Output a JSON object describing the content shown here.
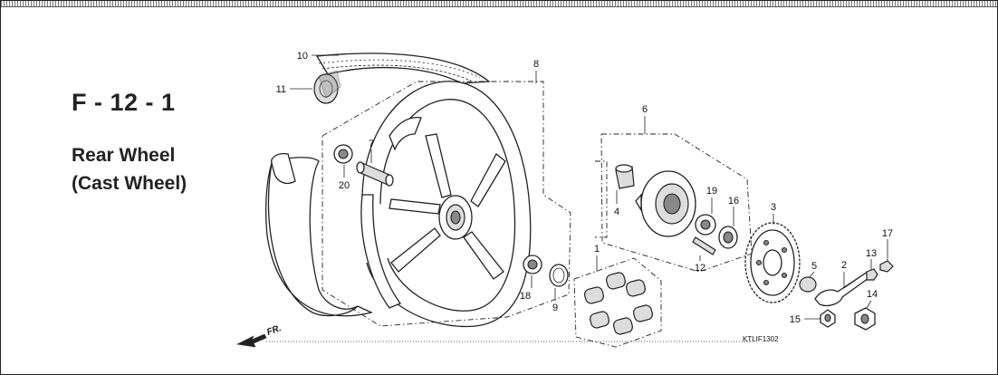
{
  "page": {
    "title": "F - 12 - 1",
    "subtitle_line1": "Rear Wheel",
    "subtitle_line2": "(Cast Wheel)",
    "diagram_code": "KTLIF1302",
    "direction_label": "FR."
  },
  "callouts": {
    "c1": "1",
    "c2": "2",
    "c3": "3",
    "c4": "4",
    "c5": "5",
    "c6": "6",
    "c7": "7",
    "c8": "8",
    "c9": "9",
    "c10": "10",
    "c11": "11",
    "c12": "12",
    "c13": "13",
    "c14": "14",
    "c15": "15",
    "c16": "16",
    "c17": "17",
    "c18": "18",
    "c19": "19",
    "c20": "20"
  }
}
